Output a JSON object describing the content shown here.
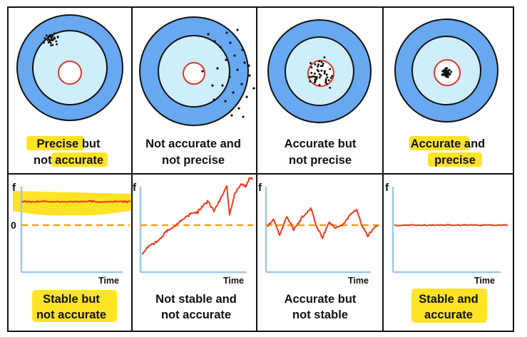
{
  "colors": {
    "outer_ring": "#67a8f0",
    "inner_ring": "#cdeefa",
    "bullseye": "#ffffff",
    "bullseye_stroke": "#d8382a",
    "signal": "#ee3a1c",
    "zero_line": "#f0a020",
    "axis": "#9ec7ee",
    "highlight": "#ffe21a",
    "grid_border": "#111111"
  },
  "top_panels": [
    {
      "line1": "Precise but",
      "line2": "not accurate"
    },
    {
      "line1": "Not accurate and",
      "line2": "not precise"
    },
    {
      "line1": "Accurate but",
      "line2": "not precise"
    },
    {
      "line1": "Accurate and",
      "line2": "precise"
    }
  ],
  "bottom_panels": [
    {
      "y_axis": "f",
      "x_axis": "Time",
      "zero": "0",
      "line1": "Stable but",
      "line2": "not accurate"
    },
    {
      "y_axis": "f",
      "x_axis": "Time",
      "line1": "Not stable and",
      "line2": "not accurate"
    },
    {
      "y_axis": "f",
      "x_axis": "Time",
      "line1": "Accurate but",
      "line2": "not stable"
    },
    {
      "y_axis": "f",
      "x_axis": "Time",
      "line1": "Stable and",
      "line2": "accurate"
    }
  ]
}
